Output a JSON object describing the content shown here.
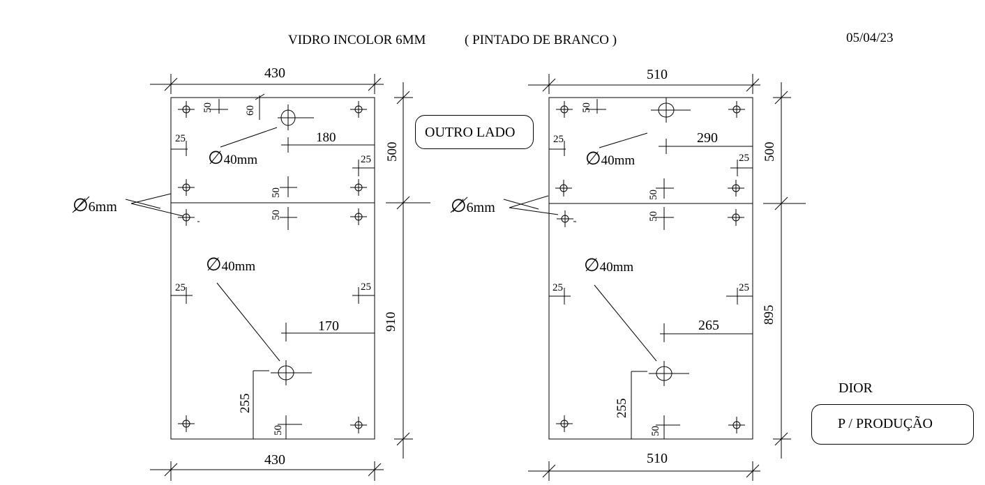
{
  "header": {
    "material": "VIDRO INCOLOR 6MM",
    "finish": "( PINTADO DE BRANCO )",
    "date": "05/04/23"
  },
  "left_panel": {
    "width_top": "430",
    "width_bottom": "430",
    "height_upper": "500",
    "height_lower": "910",
    "dim_50_top": "50",
    "dim_60_top": "60",
    "dim_180": "180",
    "dim_25_ul": "25",
    "dim_25_ur": "25",
    "dim_50_mid_upper": "50",
    "dim_50_mid_lower": "50",
    "dim_25_ll": "25",
    "dim_25_lr": "25",
    "dim_170": "170",
    "dim_255": "255",
    "dim_50_bottom": "50",
    "hole_large_upper": "40mm",
    "hole_large_lower": "40mm",
    "hole_small": "6mm"
  },
  "right_panel": {
    "width_top": "510",
    "width_bottom": "510",
    "height_upper": "500",
    "height_lower": "895",
    "dim_50_top": "50",
    "dim_290": "290",
    "dim_25_ul": "25",
    "dim_25_ur": "25",
    "dim_50_mid_upper": "50",
    "dim_50_mid_lower": "50",
    "dim_25_ll": "25",
    "dim_25_lr": "25",
    "dim_265": "265",
    "dim_255": "255",
    "dim_50_bottom": "50",
    "hole_large_upper": "40mm",
    "hole_large_lower": "40mm",
    "hole_small": "6mm"
  },
  "notes": {
    "outro_lado": "OUTRO LADO",
    "client": "DIOR",
    "production": "P / PRODUÇÃO"
  },
  "symbols": {
    "diameter": "∅"
  }
}
